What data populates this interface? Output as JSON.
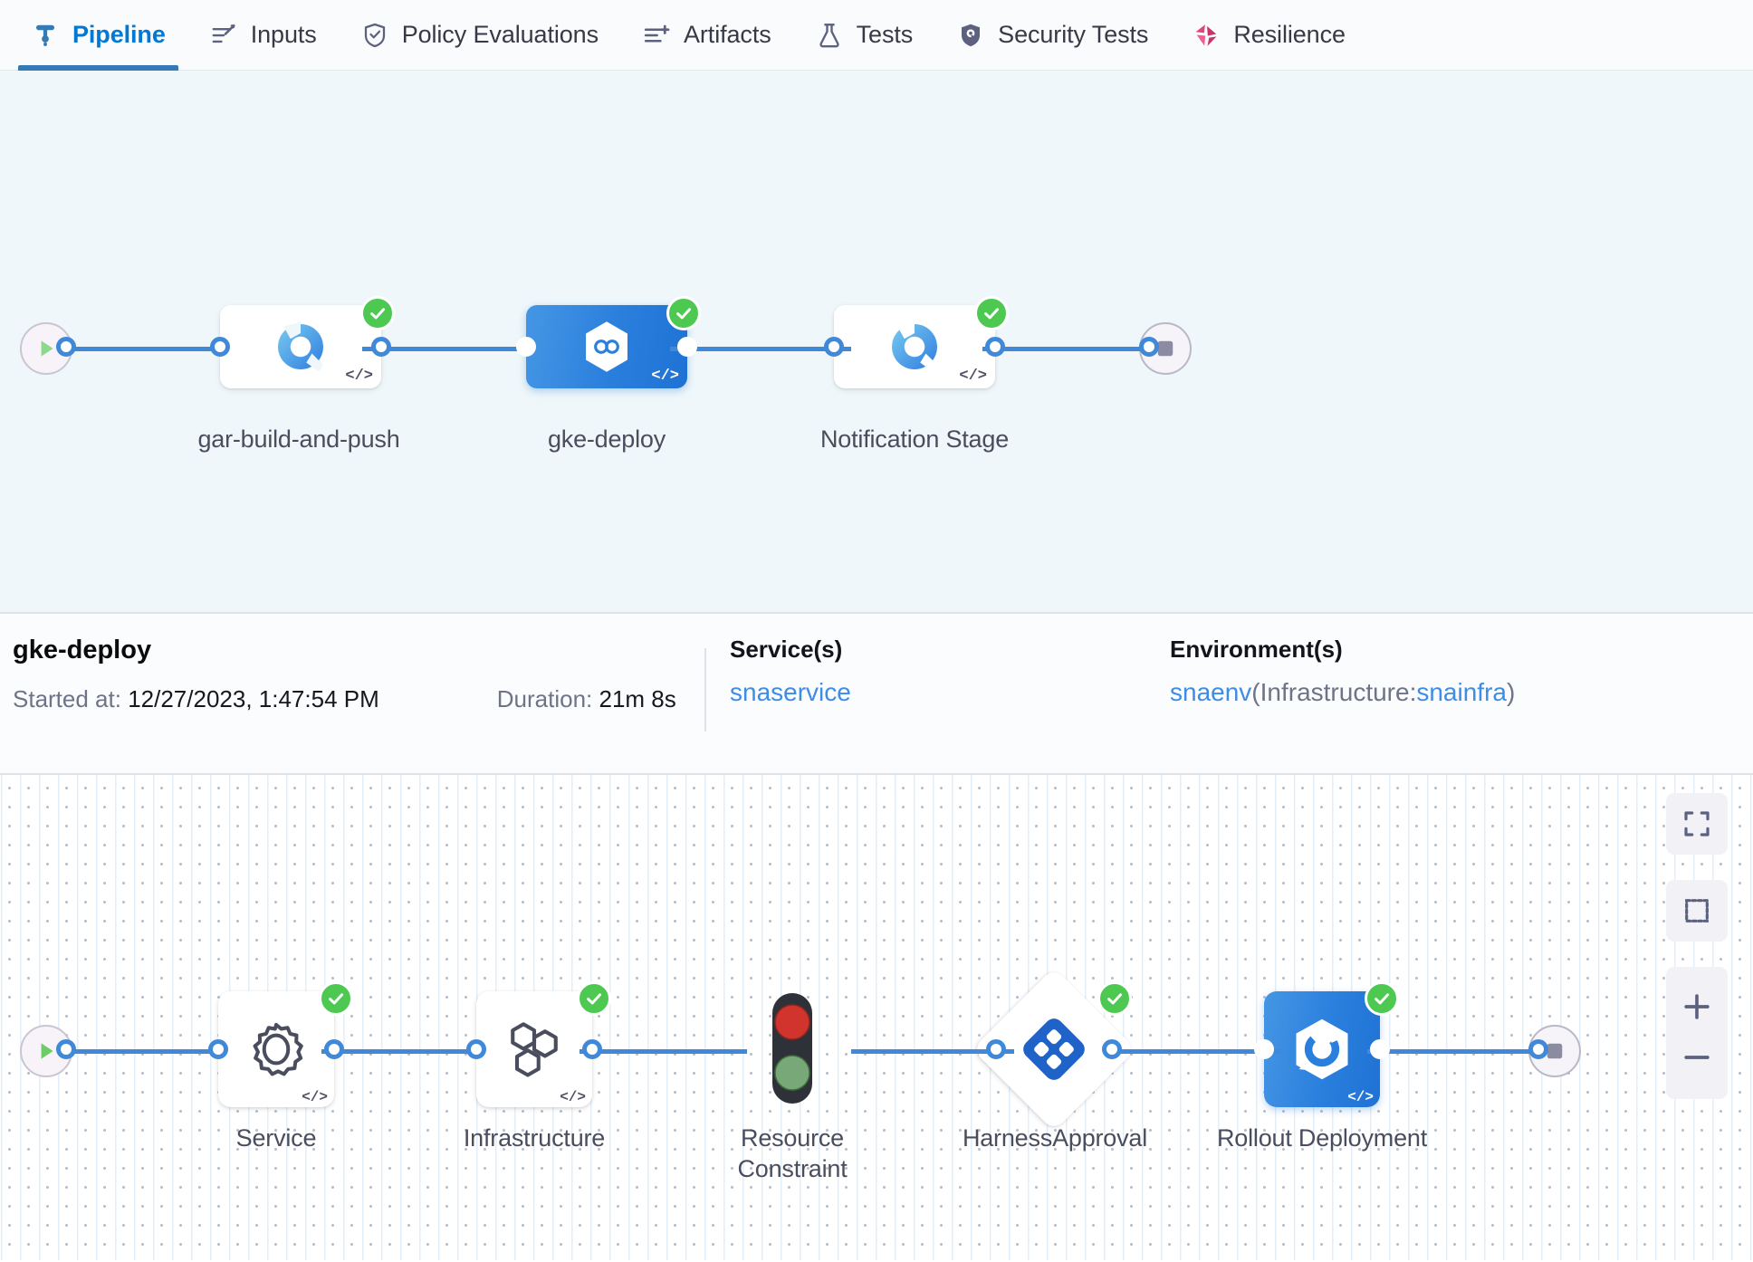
{
  "tabs": [
    {
      "id": "pipeline",
      "label": "Pipeline",
      "icon": "pipeline-icon",
      "active": true
    },
    {
      "id": "inputs",
      "label": "Inputs",
      "icon": "inputs-icon",
      "active": false
    },
    {
      "id": "policy",
      "label": "Policy Evaluations",
      "icon": "policy-shield-icon",
      "active": false
    },
    {
      "id": "artifacts",
      "label": "Artifacts",
      "icon": "artifacts-icon",
      "active": false
    },
    {
      "id": "tests",
      "label": "Tests",
      "icon": "flask-icon",
      "active": false
    },
    {
      "id": "sectests",
      "label": "Security Tests",
      "icon": "security-shield-icon",
      "active": false
    },
    {
      "id": "resilience",
      "label": "Resilience",
      "icon": "resilience-icon",
      "active": false
    }
  ],
  "pipeline_graph": {
    "start_node": {
      "name": "start-node",
      "icon": "play-icon"
    },
    "end_node": {
      "name": "end-node",
      "icon": "stop-icon"
    },
    "stages": [
      {
        "id": "gar-build-and-push",
        "label": "gar-build-and-push",
        "icon": "ci-build-icon",
        "status": "success",
        "selected": false,
        "has_code_badge": true
      },
      {
        "id": "gke-deploy",
        "label": "gke-deploy",
        "icon": "cd-deploy-icon",
        "status": "success",
        "selected": true,
        "has_code_badge": true
      },
      {
        "id": "notification-stage",
        "label": "Notification Stage",
        "icon": "ci-build-icon",
        "status": "success",
        "selected": false,
        "has_code_badge": true
      }
    ]
  },
  "stage_detail": {
    "stage_name": "gke-deploy",
    "started_label": "Started at:",
    "started_value": "12/27/2023, 1:47:54 PM",
    "duration_label": "Duration:",
    "duration_value": "21m 8s",
    "services": {
      "header": "Service(s)",
      "value": "snaservice"
    },
    "environments": {
      "header": "Environment(s)",
      "env": "snaenv",
      "open_paren": "(Infrastructure:",
      "infra": "snainfra",
      "close_paren": ")"
    }
  },
  "execution_graph": {
    "start_node": {
      "name": "start-node",
      "icon": "play-icon"
    },
    "end_node": {
      "name": "end-node",
      "icon": "stop-icon"
    },
    "steps": [
      {
        "id": "service",
        "label": "Service",
        "icon": "gear-icon",
        "shape": "box",
        "status": "success",
        "selected": false,
        "has_code_badge": true
      },
      {
        "id": "infrastructure",
        "label": "Infrastructure",
        "icon": "hexagons-icon",
        "shape": "box",
        "status": "success",
        "selected": false,
        "has_code_badge": true
      },
      {
        "id": "resource-constraint",
        "label": "Resource Constraint",
        "icon": "traffic-light-icon",
        "shape": "bare",
        "status": "none",
        "selected": false,
        "has_code_badge": false
      },
      {
        "id": "harness-approval",
        "label": "HarnessApproval",
        "icon": "approval-icon",
        "shape": "diamond",
        "status": "success",
        "selected": false,
        "has_code_badge": false
      },
      {
        "id": "rollout-deployment",
        "label": "Rollout Deployment",
        "icon": "rollout-icon",
        "shape": "box",
        "status": "success",
        "selected": true,
        "has_code_badge": true
      }
    ]
  },
  "zoom_controls": [
    {
      "id": "fit-screen",
      "icon": "fit-screen-icon",
      "label": ""
    },
    {
      "id": "select-area",
      "icon": "select-area-icon",
      "label": ""
    },
    {
      "id": "zoom-in",
      "icon": "plus-icon",
      "label": ""
    },
    {
      "id": "zoom-out",
      "icon": "minus-icon",
      "label": ""
    }
  ],
  "colors": {
    "accent_blue": "#0278d5",
    "link_blue": "#4089d8",
    "success_green": "#4dc952",
    "selected_node": "#2a7fdd",
    "top_canvas_bg": "#eff7fa",
    "resilience_pink": "#e0457b"
  }
}
